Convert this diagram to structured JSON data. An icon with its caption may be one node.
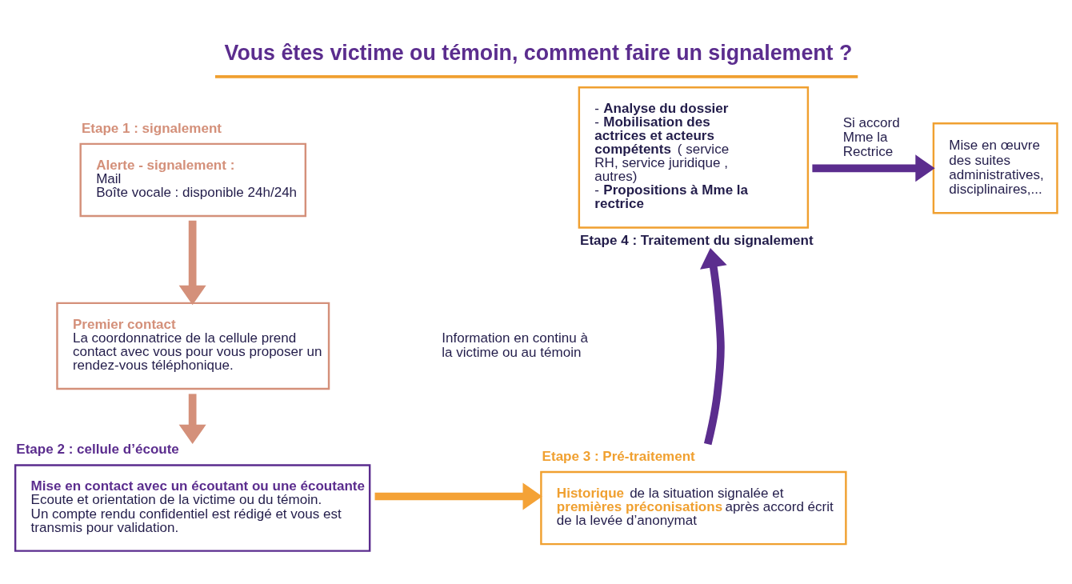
{
  "diagram": {
    "title": "Vous êtes victime ou témoin, comment faire un signalement ?",
    "nodes": [
      {
        "text": [
          "Etape 1 : signalement",
          "Alerte - signalement :",
          "Mail",
          "Boîte vocale : disponible 24h/24h"
        ]
      },
      {
        "text": [
          "Premier contact",
          "La coordonnatrice de la cellule prend contact avec vous pour vous proposer un rendez-vous téléphonique."
        ]
      },
      {
        "text": [
          "Etape 2 : cellule d’écoute",
          "Mise en contact avec un écoutant ou une écoutante",
          "Ecoute et orientation de la victime ou du témoin. Un compte rendu confidentiel est rédigé et vous est transmis pour validation."
        ]
      },
      {
        "text": [
          "Etape 3 : Pré-traitement",
          "**Historique** de la situation signalée et **premières préconisations** après accord écrit de la levée d’anonymat"
        ]
      },
      {
        "text": [
          "- **Analyse du dossier**",
          "- **Mobilisation des actrices et acteurs compétents** ( service RH, service juridique , autres)",
          "- **Propositions à Mme la rectrice**",
          "Etape 4 : Traitement du signalement"
        ]
      },
      {
        "text": [
          "Mise en œuvre des suites administratives, disciplinaires,..."
        ]
      }
    ],
    "edges": [
      {
        "from": 0,
        "to": 1,
        "arrow": "to",
        "color": "#d4907a"
      },
      {
        "from": 1,
        "to": 2,
        "arrow": "to",
        "color": "#d4907a"
      },
      {
        "from": 2,
        "to": 3,
        "arrow": "to",
        "color": "#f4a236"
      },
      {
        "from": 3,
        "to": 4,
        "arrow": "to",
        "color": "#5b2d8e"
      },
      {
        "from": 4,
        "to": 5,
        "arrow": "to",
        "label": "Si accord Mme la Rectrice",
        "color": "#5b2d8e"
      }
    ],
    "labels": [
      "Information en continu à la victime ou au témoin"
    ]
  }
}
